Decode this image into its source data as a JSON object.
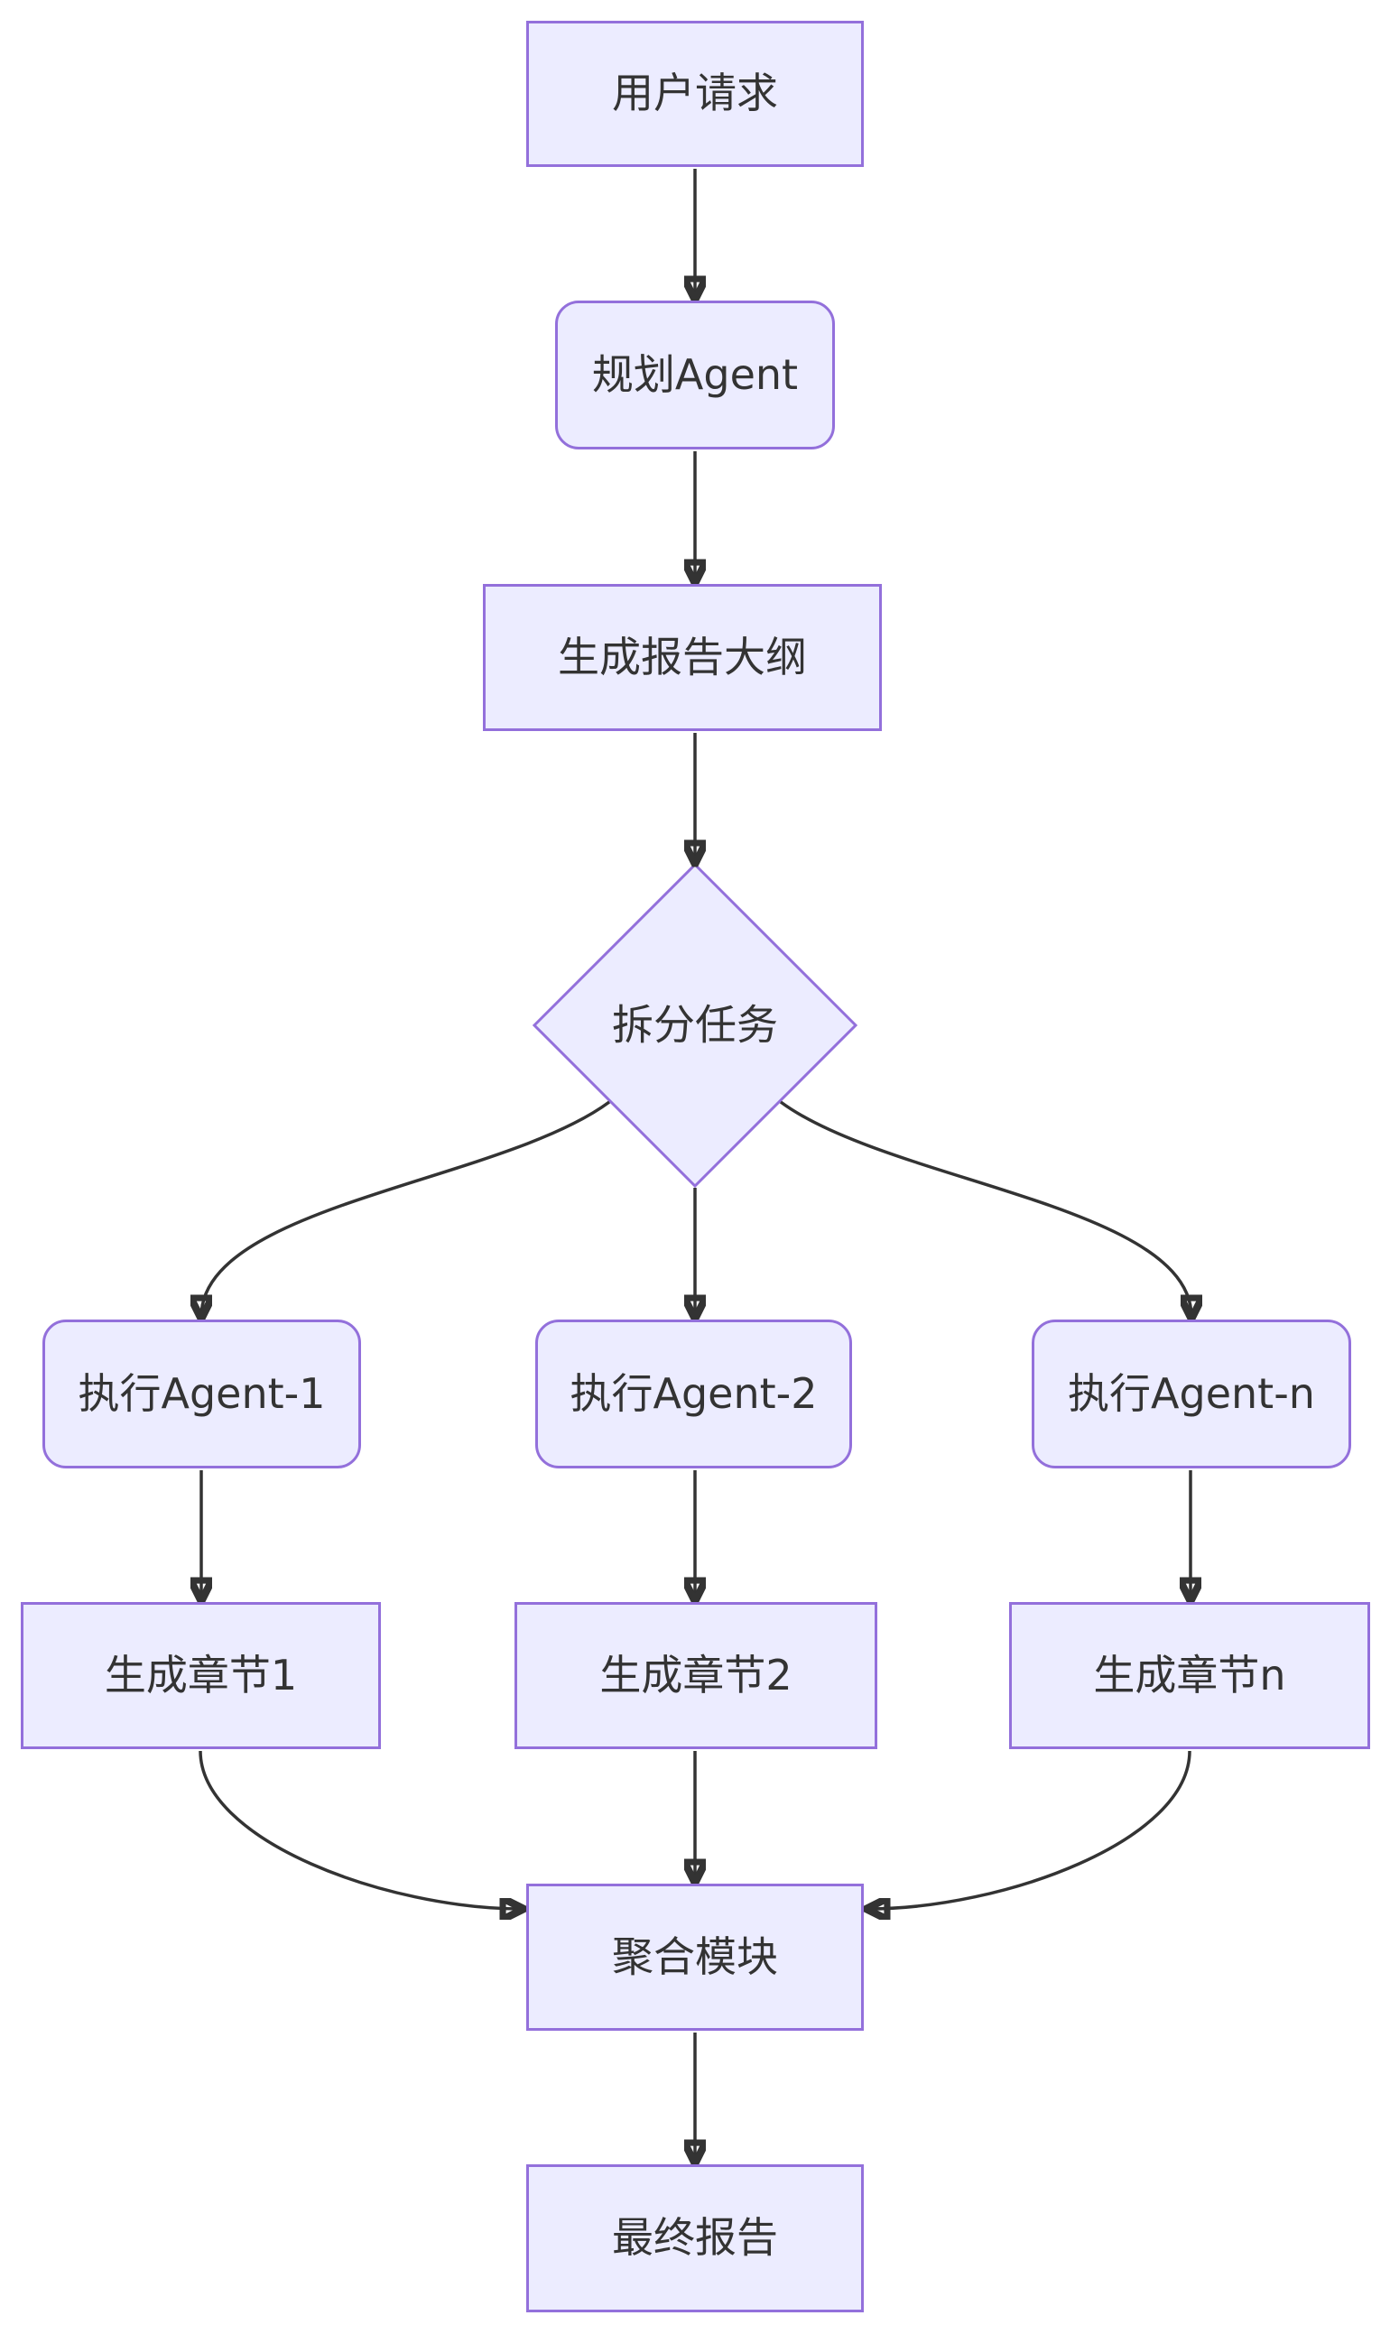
{
  "diagram": {
    "type": "flowchart",
    "direction": "top-down",
    "colors": {
      "node_fill": "#ECECFF",
      "node_border": "#9370DB",
      "edge_stroke": "#333333",
      "text": "#333333",
      "background": "#FFFFFF"
    },
    "nodes": [
      {
        "id": "user-request",
        "label": "用户请求",
        "shape": "rect"
      },
      {
        "id": "planning-agent",
        "label": "规划Agent",
        "shape": "rounded"
      },
      {
        "id": "generate-outline",
        "label": "生成报告大纲",
        "shape": "rect"
      },
      {
        "id": "split-tasks",
        "label": "拆分任务",
        "shape": "diamond"
      },
      {
        "id": "exec-agent-1",
        "label": "执行Agent-1",
        "shape": "rounded"
      },
      {
        "id": "exec-agent-2",
        "label": "执行Agent-2",
        "shape": "rounded"
      },
      {
        "id": "exec-agent-n",
        "label": "执行Agent-n",
        "shape": "rounded"
      },
      {
        "id": "chapter-1",
        "label": "生成章节1",
        "shape": "rect"
      },
      {
        "id": "chapter-2",
        "label": "生成章节2",
        "shape": "rect"
      },
      {
        "id": "chapter-n",
        "label": "生成章节n",
        "shape": "rect"
      },
      {
        "id": "aggregate",
        "label": "聚合模块",
        "shape": "rect"
      },
      {
        "id": "final-report",
        "label": "最终报告",
        "shape": "rect"
      }
    ],
    "edges": [
      {
        "from": "user-request",
        "to": "planning-agent"
      },
      {
        "from": "planning-agent",
        "to": "generate-outline"
      },
      {
        "from": "generate-outline",
        "to": "split-tasks"
      },
      {
        "from": "split-tasks",
        "to": "exec-agent-1"
      },
      {
        "from": "split-tasks",
        "to": "exec-agent-2"
      },
      {
        "from": "split-tasks",
        "to": "exec-agent-n"
      },
      {
        "from": "exec-agent-1",
        "to": "chapter-1"
      },
      {
        "from": "exec-agent-2",
        "to": "chapter-2"
      },
      {
        "from": "exec-agent-n",
        "to": "chapter-n"
      },
      {
        "from": "chapter-1",
        "to": "aggregate"
      },
      {
        "from": "chapter-2",
        "to": "aggregate"
      },
      {
        "from": "chapter-n",
        "to": "aggregate"
      },
      {
        "from": "aggregate",
        "to": "final-report"
      }
    ]
  }
}
